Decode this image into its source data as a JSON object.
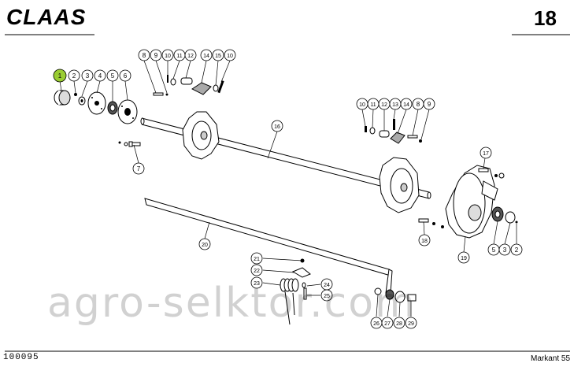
{
  "header": {
    "logo_text": "CLAAS",
    "page_number": "18"
  },
  "footer": {
    "document_number": "100095",
    "model": "Markant 55"
  },
  "watermark": "agro-selktor.com",
  "highlight_color": "#9acd32",
  "callouts": [
    {
      "id": "c1",
      "label": "1",
      "highlighted": true
    },
    {
      "id": "c2a",
      "label": "2"
    },
    {
      "id": "c3a",
      "label": "3"
    },
    {
      "id": "c4a",
      "label": "4"
    },
    {
      "id": "c5a",
      "label": "5"
    },
    {
      "id": "c6",
      "label": "6"
    },
    {
      "id": "c7",
      "label": "7"
    },
    {
      "id": "c8a",
      "label": "8"
    },
    {
      "id": "c9a",
      "label": "9"
    },
    {
      "id": "c10a",
      "label": "10"
    },
    {
      "id": "c11a",
      "label": "11"
    },
    {
      "id": "c12a",
      "label": "12"
    },
    {
      "id": "c14a",
      "label": "14"
    },
    {
      "id": "c15",
      "label": "15"
    },
    {
      "id": "c10b",
      "label": "10"
    },
    {
      "id": "c16",
      "label": "16"
    },
    {
      "id": "c10c",
      "label": "10"
    },
    {
      "id": "c11b",
      "label": "11"
    },
    {
      "id": "c12b",
      "label": "12"
    },
    {
      "id": "c13",
      "label": "13"
    },
    {
      "id": "c14b",
      "label": "14"
    },
    {
      "id": "c8b",
      "label": "8"
    },
    {
      "id": "c9b",
      "label": "9"
    },
    {
      "id": "c17",
      "label": "17"
    },
    {
      "id": "c18",
      "label": "18"
    },
    {
      "id": "c19",
      "label": "19"
    },
    {
      "id": "c5b",
      "label": "5"
    },
    {
      "id": "c3b",
      "label": "3"
    },
    {
      "id": "c2b",
      "label": "2"
    },
    {
      "id": "c20",
      "label": "20"
    },
    {
      "id": "c21",
      "label": "21"
    },
    {
      "id": "c22",
      "label": "22"
    },
    {
      "id": "c23",
      "label": "23"
    },
    {
      "id": "c24",
      "label": "24"
    },
    {
      "id": "c25",
      "label": "25"
    },
    {
      "id": "c26",
      "label": "26"
    },
    {
      "id": "c27",
      "label": "27"
    },
    {
      "id": "c28",
      "label": "28"
    },
    {
      "id": "c29",
      "label": "29"
    }
  ]
}
